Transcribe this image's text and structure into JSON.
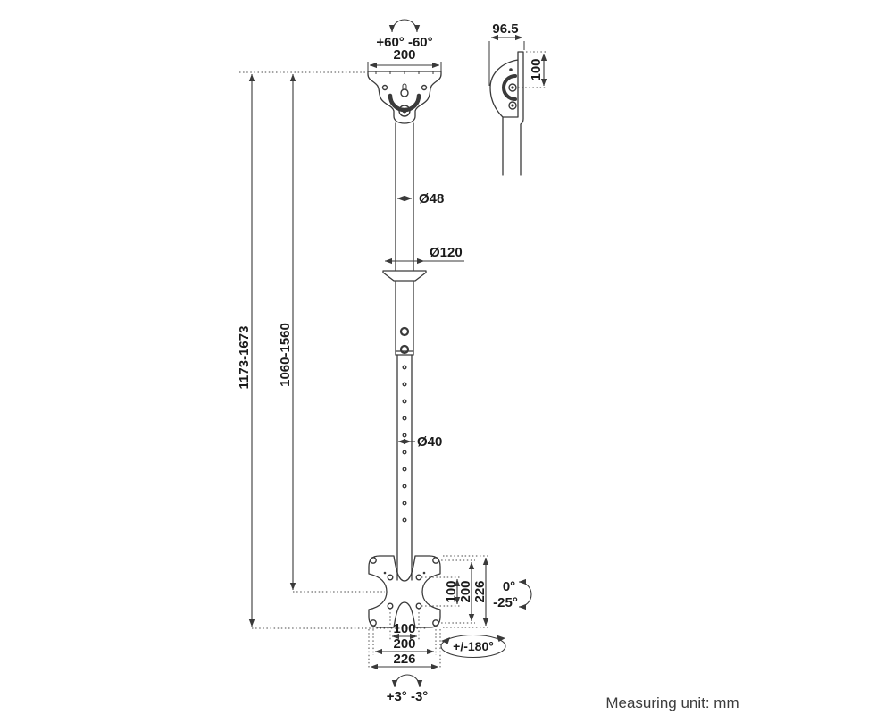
{
  "front_view": {
    "swivel_top": "+60° -60°",
    "ceiling_plate_width": "200",
    "upper_pole_diameter": "Ø48",
    "collar_diameter": "Ø120",
    "overall_height_range": "1173-1673",
    "pole_height_range": "1060-1560",
    "lower_pole_diameter": "Ø40",
    "vesa_right": {
      "d100": "100",
      "d200": "200",
      "d226": "226"
    },
    "vesa_bottom": {
      "d100": "100",
      "d200": "200",
      "d226": "226"
    },
    "tilt_up": "0°",
    "tilt_down": "-25°",
    "swivel_range": "+/-180°",
    "level_range": "+3° -3°"
  },
  "side_view": {
    "depth": "96.5",
    "hole_spacing": "100"
  },
  "footer": {
    "measuring_note": "Measuring unit: mm"
  },
  "colors": {
    "line": "#3a3a3a",
    "label_text": "#1b1b1b",
    "footer_text": "#3c3c3c",
    "background": "#ffffff"
  }
}
